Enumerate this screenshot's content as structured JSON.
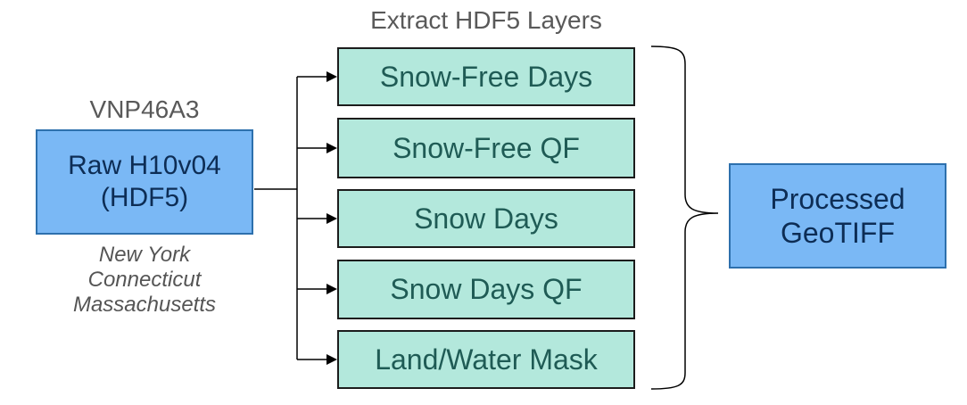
{
  "header": {
    "layers_title": "Extract HDF5 Layers"
  },
  "source": {
    "product_label": "VNP46A3",
    "box_line1": "Raw H10v04",
    "box_line2": "(HDF5)",
    "regions": [
      "New York",
      "Connecticut",
      "Massachusetts"
    ]
  },
  "layers": [
    {
      "label": "Snow-Free Days"
    },
    {
      "label": "Snow-Free QF"
    },
    {
      "label": "Snow Days"
    },
    {
      "label": "Snow Days QF"
    },
    {
      "label": "Land/Water Mask"
    }
  ],
  "output": {
    "line1": "Processed",
    "line2": "GeoTIFF"
  },
  "colors": {
    "source_fill": "#7ab8f5",
    "layer_fill": "#b3e8dc",
    "output_fill": "#7ab8f5",
    "connector": "#000000",
    "bracket": "#000000"
  }
}
